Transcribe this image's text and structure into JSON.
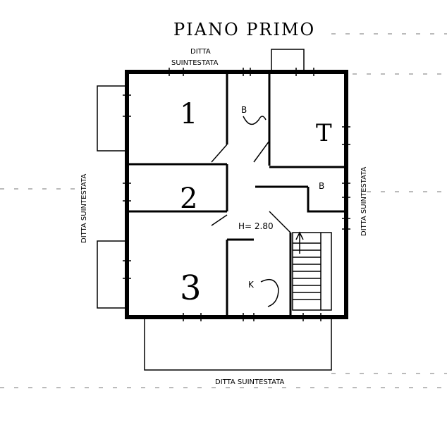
{
  "title": "PIANO PRIMO",
  "neighbors": {
    "top": [
      "DITTA",
      "SUINTESTATA"
    ],
    "left": "DITTA SUINTESTATA",
    "right": "DITTA SUINTESTATA",
    "bottom": "DITTA SUINTESTATA"
  },
  "rooms": {
    "room1": "1",
    "room2": "2",
    "room3": "3",
    "room4": "T",
    "bath1": "B",
    "bath2": "B",
    "kitchen": "K"
  },
  "height_note": "H= 2.80"
}
